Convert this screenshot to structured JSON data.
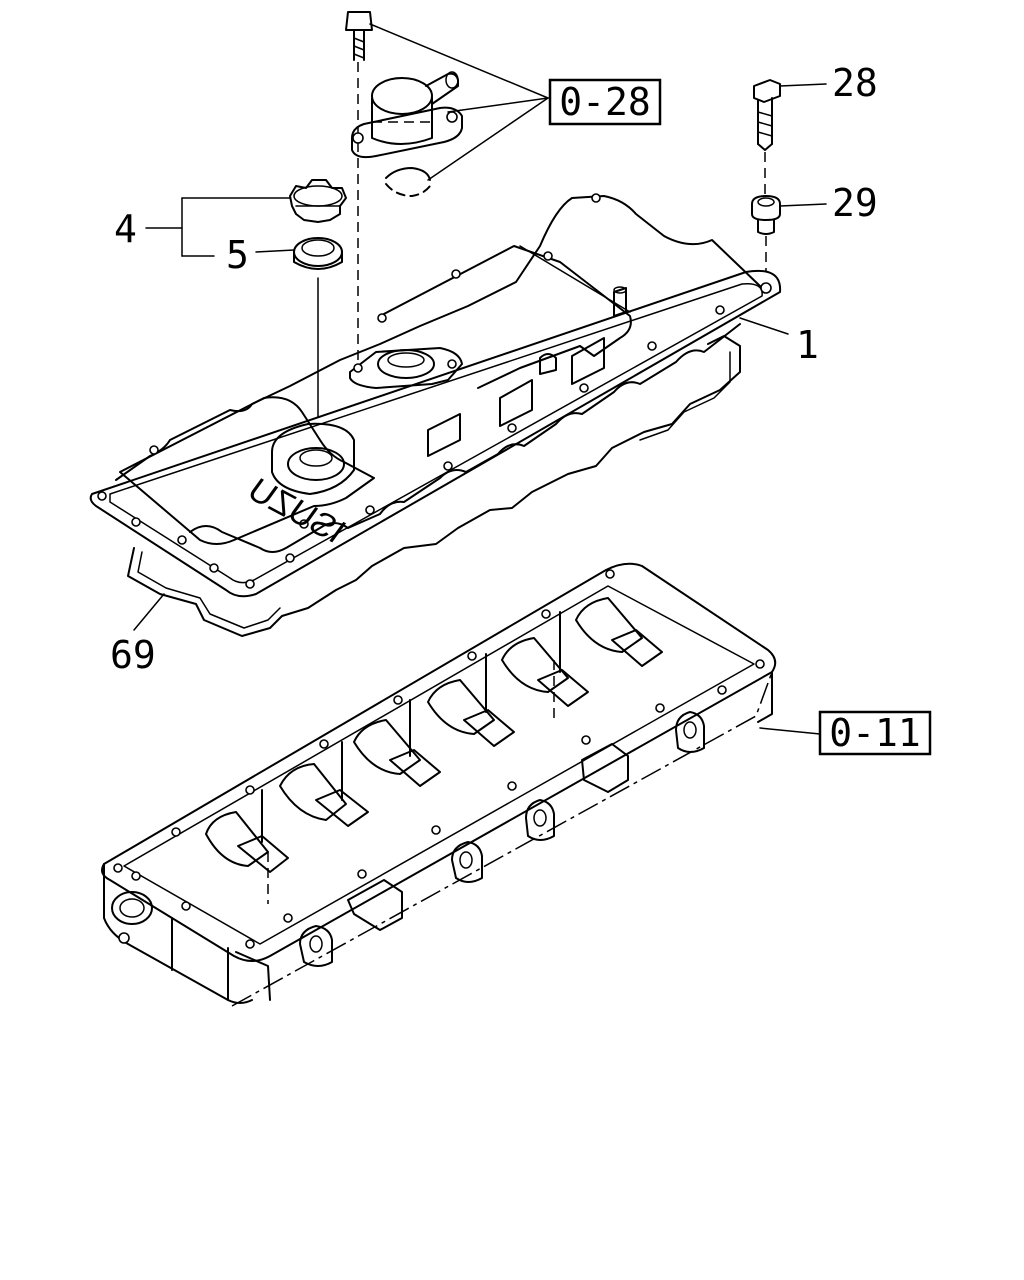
{
  "callouts": {
    "c28": "28",
    "c29": "29",
    "c4": "4",
    "c5": "5",
    "c1": "1",
    "c69": "69"
  },
  "refs": {
    "r028": "0-28",
    "r011": "0-11"
  },
  "cover_lettering": "ISUZU"
}
